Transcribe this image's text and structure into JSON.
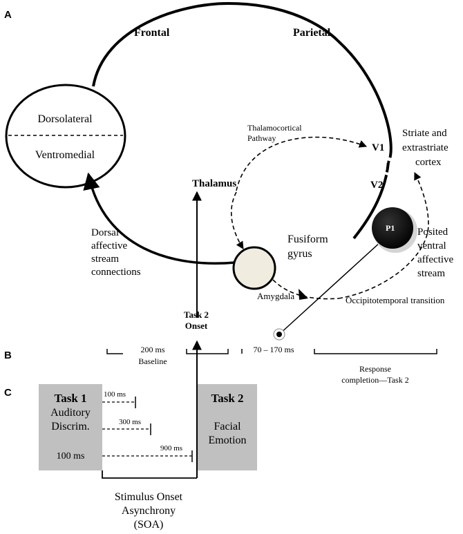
{
  "panel_labels": {
    "a": "A",
    "b": "B",
    "c": "C"
  },
  "brain": {
    "frontal": "Frontal",
    "parietal": "Parietal",
    "dorsolateral": "Dorsolateral",
    "ventromedial": "Ventromedial",
    "thalamocortical_1": "Thalamocortical",
    "thalamocortical_2": "Pathway",
    "v1": "V1",
    "v2": "V2",
    "striate_1": "Striate and",
    "striate_2": "extrastriate",
    "striate_3": "cortex",
    "thalamus": "Thalamus",
    "dorsal_1": "Dorsal",
    "dorsal_2": "affective",
    "dorsal_3": "stream",
    "dorsal_4": "connections",
    "fusiform_1": "Fusiform",
    "fusiform_2": "gyrus",
    "p1": "P1",
    "posited_1": "Posited",
    "posited_2": "ventral",
    "posited_3": "affective",
    "posited_4": "stream",
    "amygdala": "Amygdala",
    "occipito": "Occipitotemporal transition"
  },
  "timeline": {
    "task2_onset_1": "Task 2",
    "task2_onset_2": "Onset",
    "baseline_1": "200 ms",
    "baseline_2": "Baseline",
    "window": "70 – 170 ms",
    "response_1": "Response",
    "response_2": "completion—Task 2"
  },
  "tasks": {
    "task1_title": "Task 1",
    "task1_line1": "Auditory",
    "task1_line2": "Discrim.",
    "task1_duration": "100 ms",
    "task2_title": "Task 2",
    "task2_line1": "Facial",
    "task2_line2": "Emotion",
    "soa_values": [
      "100 ms",
      "300 ms",
      "900 ms"
    ],
    "soa_1": "Stimulus Onset",
    "soa_2": "Asynchrony",
    "soa_3": "(SOA)"
  },
  "colors": {
    "box_fill": "#c0c0c0",
    "amygdala_fill": "#f0ede0",
    "p1_fill": "#000000",
    "line": "#000000"
  }
}
